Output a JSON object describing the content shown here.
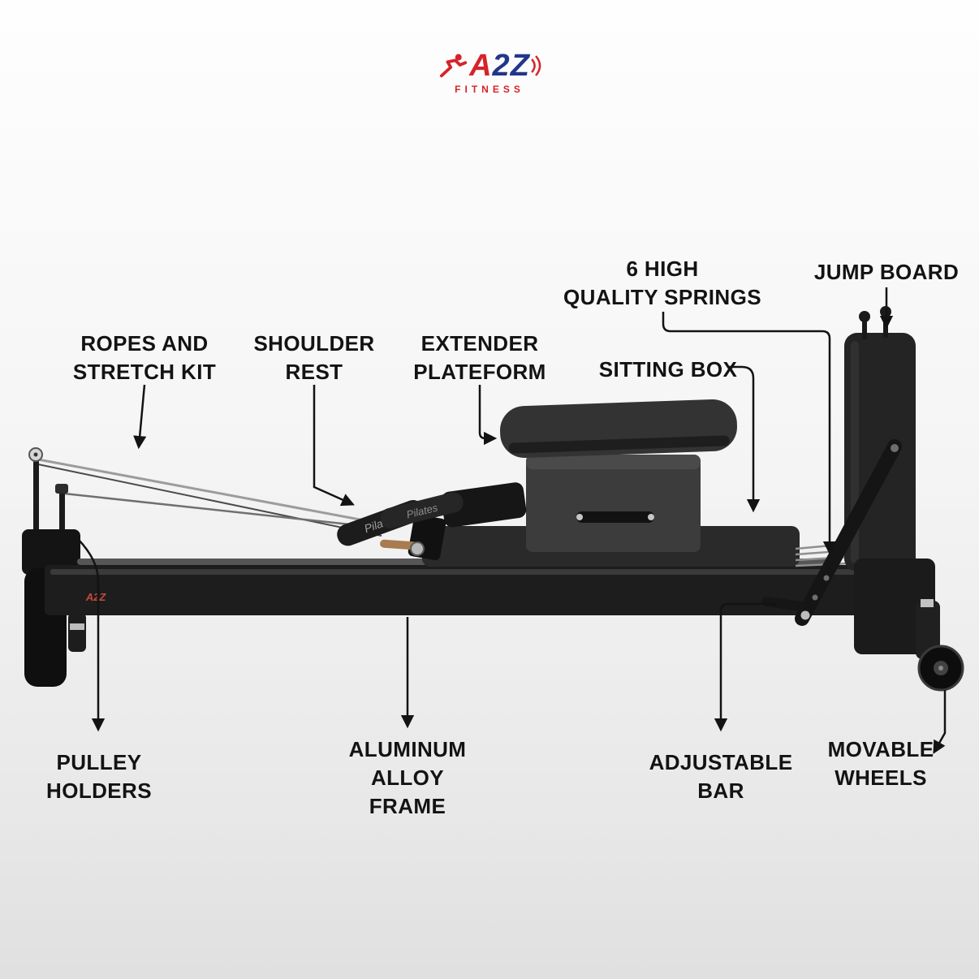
{
  "page": {
    "background_top": "#fefefe",
    "background_bottom": "#e0e0e0",
    "label_color": "#131313"
  },
  "logo": {
    "letter_a": "A",
    "letter_2": "2",
    "letter_z": "Z",
    "subtitle": "FITNESS",
    "red": "#d6232a",
    "blue": "#23368c"
  },
  "machine": {
    "brand_text": "Pilates",
    "sticker_text": "A2Z"
  },
  "labels": {
    "springs": {
      "line1": "6 HIGH",
      "line2": "QUALITY SPRINGS"
    },
    "jump_board": {
      "line1": "JUMP BOARD"
    },
    "ropes": {
      "line1": "ROPES AND",
      "line2": "STRETCH KIT"
    },
    "shoulder_rest": {
      "line1": "SHOULDER",
      "line2": "REST"
    },
    "extender": {
      "line1": "EXTENDER",
      "line2": "PLATEFORM"
    },
    "sitting_box": {
      "line1": "SITTING BOX"
    },
    "pulley": {
      "line1": "PULLEY",
      "line2": "HOLDERS"
    },
    "frame": {
      "line1": "ALUMINUM",
      "line2": "ALLOY",
      "line3": "FRAME"
    },
    "adjustable_bar": {
      "line1": "ADJUSTABLE",
      "line2": "BAR"
    },
    "wheels": {
      "line1": "MOVABLE",
      "line2": "WHEELS"
    }
  }
}
